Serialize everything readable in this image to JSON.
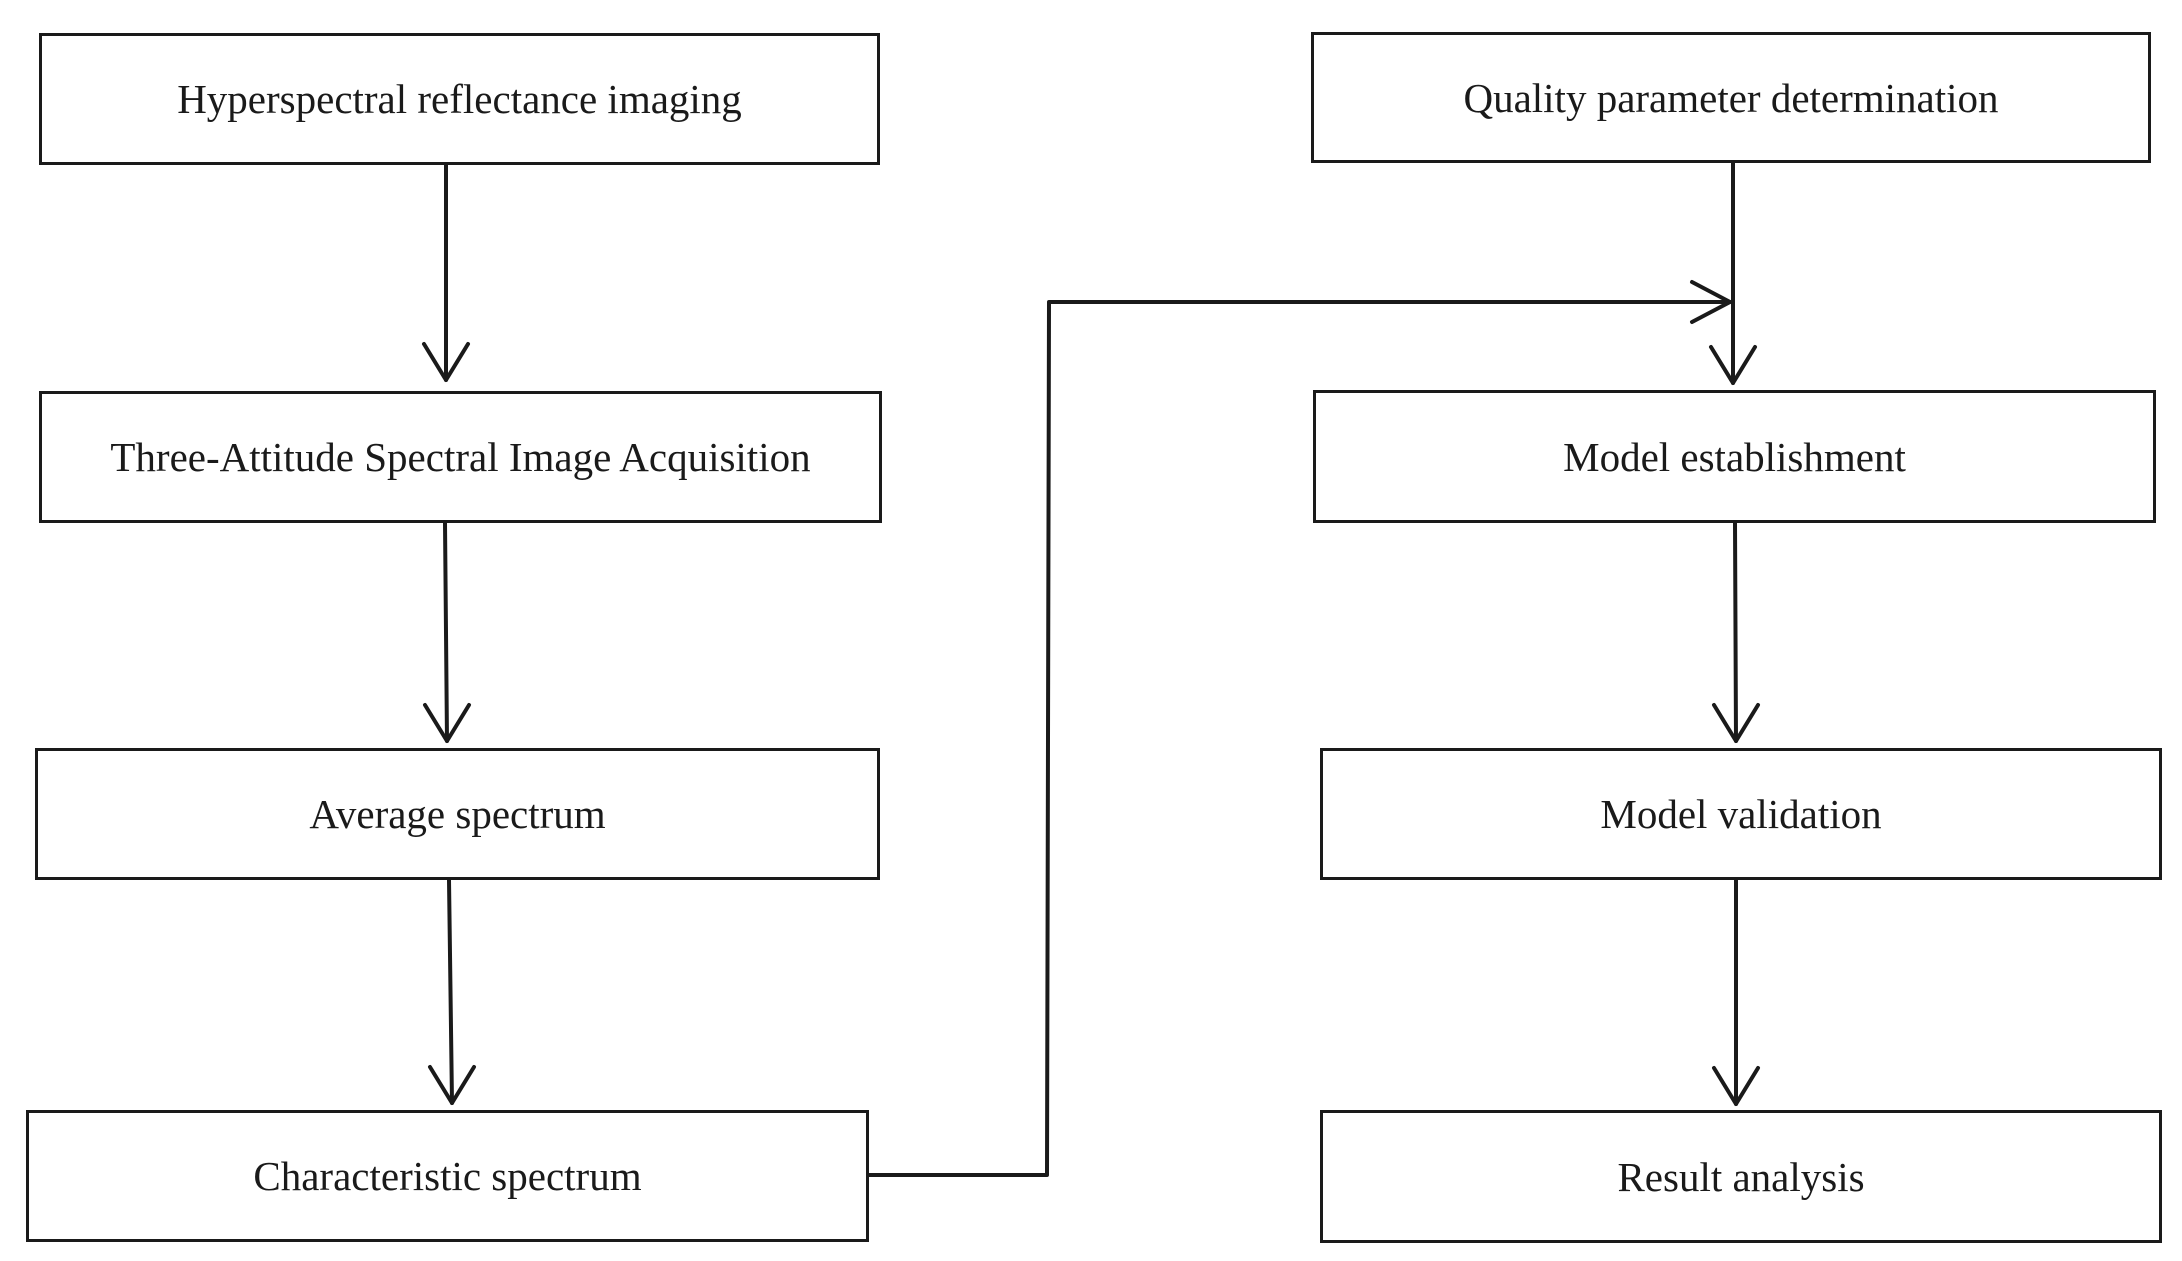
{
  "flowchart": {
    "left_column": [
      {
        "id": "hyperspectral",
        "label": "Hyperspectral reflectance imaging"
      },
      {
        "id": "three_attitude",
        "label": "Three-Attitude Spectral Image Acquisition"
      },
      {
        "id": "average",
        "label": "Average spectrum"
      },
      {
        "id": "characteristic",
        "label": "Characteristic spectrum"
      }
    ],
    "right_column": [
      {
        "id": "quality",
        "label": "Quality parameter determination"
      },
      {
        "id": "model_est",
        "label": "Model establishment"
      },
      {
        "id": "model_val",
        "label": "Model validation"
      },
      {
        "id": "result",
        "label": "Result analysis"
      }
    ],
    "edges": [
      {
        "from": "hyperspectral",
        "to": "three_attitude"
      },
      {
        "from": "three_attitude",
        "to": "average"
      },
      {
        "from": "average",
        "to": "characteristic"
      },
      {
        "from": "characteristic",
        "to": "model_est"
      },
      {
        "from": "quality",
        "to": "model_est"
      },
      {
        "from": "model_est",
        "to": "model_val"
      },
      {
        "from": "model_val",
        "to": "result"
      }
    ]
  }
}
